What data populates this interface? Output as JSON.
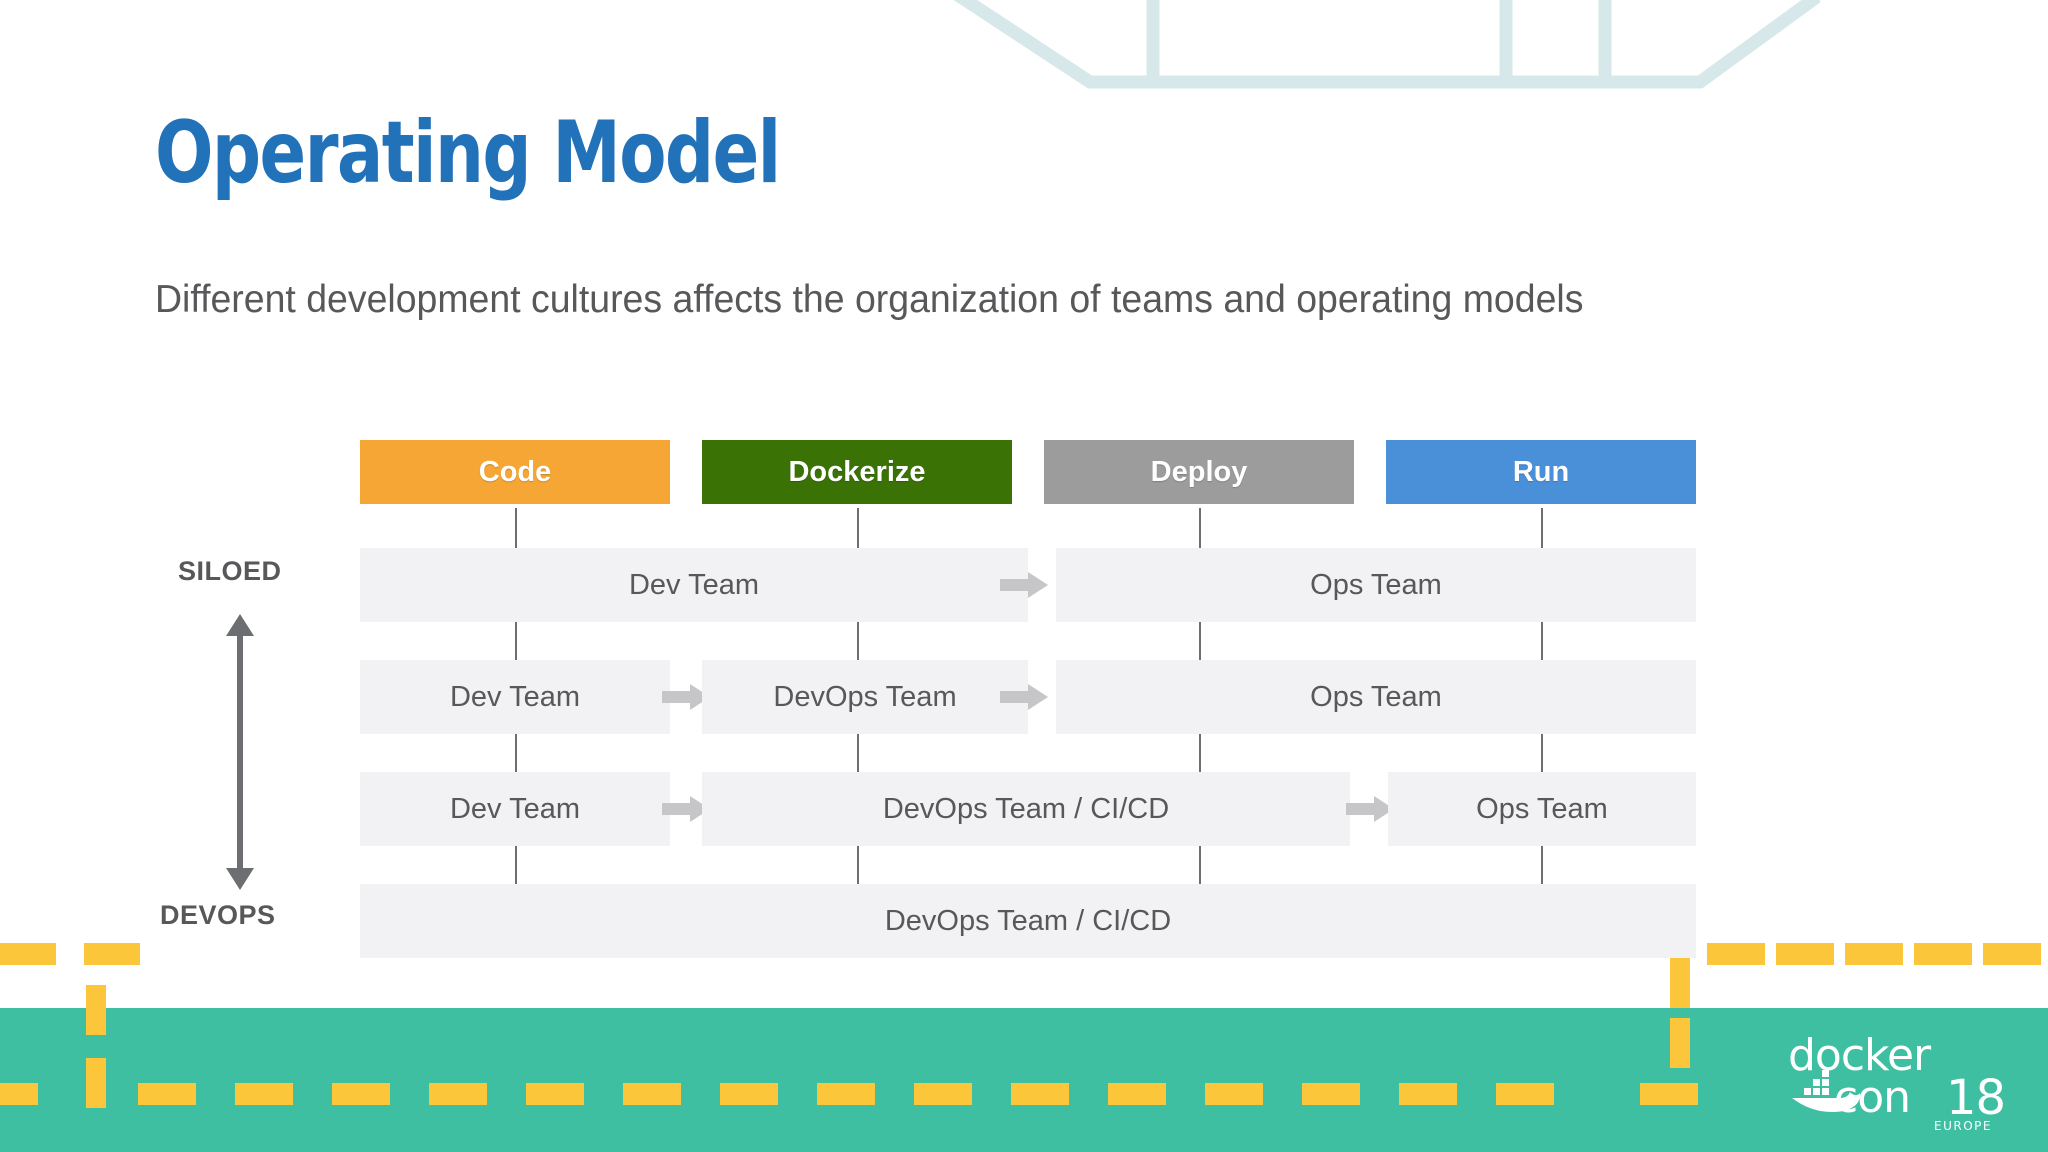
{
  "slide": {
    "title": "Operating Model",
    "subtitle": "Different development cultures affects the organization of teams and operating models"
  },
  "colors": {
    "title_blue": "#2272B9",
    "text_gray": "#58585B",
    "code_orange": "#F5A634",
    "dockerize_green": "#3A7206",
    "deploy_gray": "#9C9C9C",
    "run_blue": "#4A90D9",
    "bar_fill": "#f2f1f4",
    "band_teal": "#3FBFA2",
    "dash_yellow": "#FCC63A",
    "ship_outline": "#D6E8EA"
  },
  "diagram": {
    "columns": [
      {
        "label": "Code",
        "color_key": "code_orange"
      },
      {
        "label": "Dockerize",
        "color_key": "dockerize_green"
      },
      {
        "label": "Deploy",
        "color_key": "deploy_gray"
      },
      {
        "label": "Run",
        "color_key": "run_blue"
      }
    ],
    "axis": {
      "top_label": "SILOED",
      "bottom_label": "DEVOPS"
    },
    "rows": [
      {
        "cells": [
          "Dev Team",
          "Ops Team"
        ]
      },
      {
        "cells": [
          "Dev Team",
          "DevOps Team",
          "Ops Team"
        ]
      },
      {
        "cells": [
          "Dev Team",
          "DevOps Team / CI/CD",
          "Ops Team"
        ]
      },
      {
        "cells": [
          "DevOps Team / CI/CD"
        ]
      }
    ],
    "row1": {
      "cell1": "Dev Team",
      "cell2": "Ops Team"
    },
    "row2": {
      "cell1": "Dev Team",
      "cell2": "DevOps Team",
      "cell3": "Ops Team"
    },
    "row3": {
      "cell1": "Dev Team",
      "cell2": "DevOps Team / CI/CD",
      "cell3": "Ops Team"
    },
    "row4": {
      "cell1": "DevOps Team / CI/CD"
    }
  },
  "logo": {
    "wordmark_top": "docker",
    "wordmark_bottom": "con",
    "year": "18",
    "region": "EUROPE"
  }
}
